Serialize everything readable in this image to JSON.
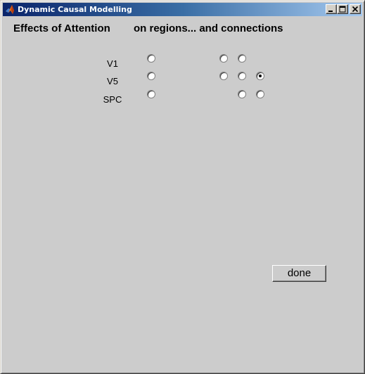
{
  "window": {
    "title": "Dynamic Causal Modelling"
  },
  "header": {
    "left": "Effects of Attention",
    "right": "on regions... and connections"
  },
  "regions": [
    {
      "label": "V1",
      "selected": false
    },
    {
      "label": "V5",
      "selected": false
    },
    {
      "label": "SPC",
      "selected": false
    }
  ],
  "connections": [
    [
      {
        "shown": true,
        "selected": false
      },
      {
        "shown": true,
        "selected": false
      },
      {
        "shown": false,
        "selected": false
      }
    ],
    [
      {
        "shown": true,
        "selected": false
      },
      {
        "shown": true,
        "selected": false
      },
      {
        "shown": true,
        "selected": true
      }
    ],
    [
      {
        "shown": false,
        "selected": false
      },
      {
        "shown": true,
        "selected": false
      },
      {
        "shown": true,
        "selected": false
      }
    ]
  ],
  "actions": {
    "done_label": "done"
  },
  "colors": {
    "panel": "#cccccc",
    "titlebar_start": "#0a246a",
    "titlebar_end": "#a6caf0"
  }
}
